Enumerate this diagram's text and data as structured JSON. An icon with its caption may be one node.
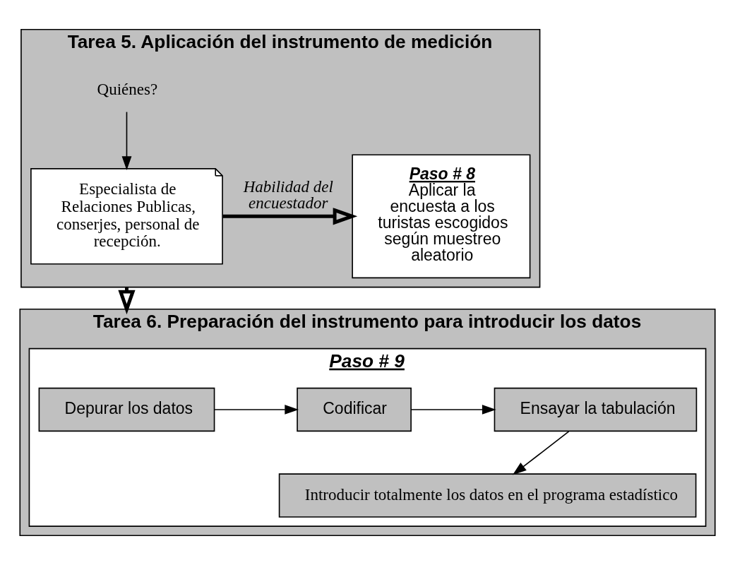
{
  "diagram": {
    "nodes": [
      {
        "text": [
          "Tarea 5. Aplicación del instrumento de medición"
        ]
      },
      {
        "text": [
          "Paso # 8",
          "Aplicar la encuesta a los turistas escogidos según muestreo aleatorio"
        ],
        "in": 0
      },
      {
        "text": [
          "Quiénes?"
        ],
        "in": 0
      },
      {
        "text": [
          "Especialista de Relaciones Publicas, conserjes, personal de recepción."
        ],
        "in": 0
      },
      {
        "text": [
          "Tarea 6. Preparación del instrumento para introducir los datos"
        ]
      },
      {
        "text": [
          "Paso # 9"
        ],
        "in": 4
      },
      {
        "text": [
          "Depurar los datos"
        ],
        "in": 5
      },
      {
        "text": [
          "Codificar"
        ],
        "in": 5
      },
      {
        "text": [
          "Ensayar la tabulación"
        ],
        "in": 5
      },
      {
        "text": [
          "Introducir totalmente los datos en el programa estadístico"
        ],
        "in": 5
      }
    ],
    "edges": [
      {
        "from": 2,
        "to": 3,
        "arrow": "to"
      },
      {
        "from": 3,
        "to": 1,
        "arrow": "to",
        "label": "Habilidad del encuestador",
        "style": "thick"
      },
      {
        "from": 0,
        "to": 4,
        "arrow": "to",
        "style": "thick"
      },
      {
        "from": 6,
        "to": 7,
        "arrow": "to"
      },
      {
        "from": 7,
        "to": 8,
        "arrow": "to"
      },
      {
        "from": 8,
        "to": 9,
        "arrow": "to"
      }
    ]
  }
}
